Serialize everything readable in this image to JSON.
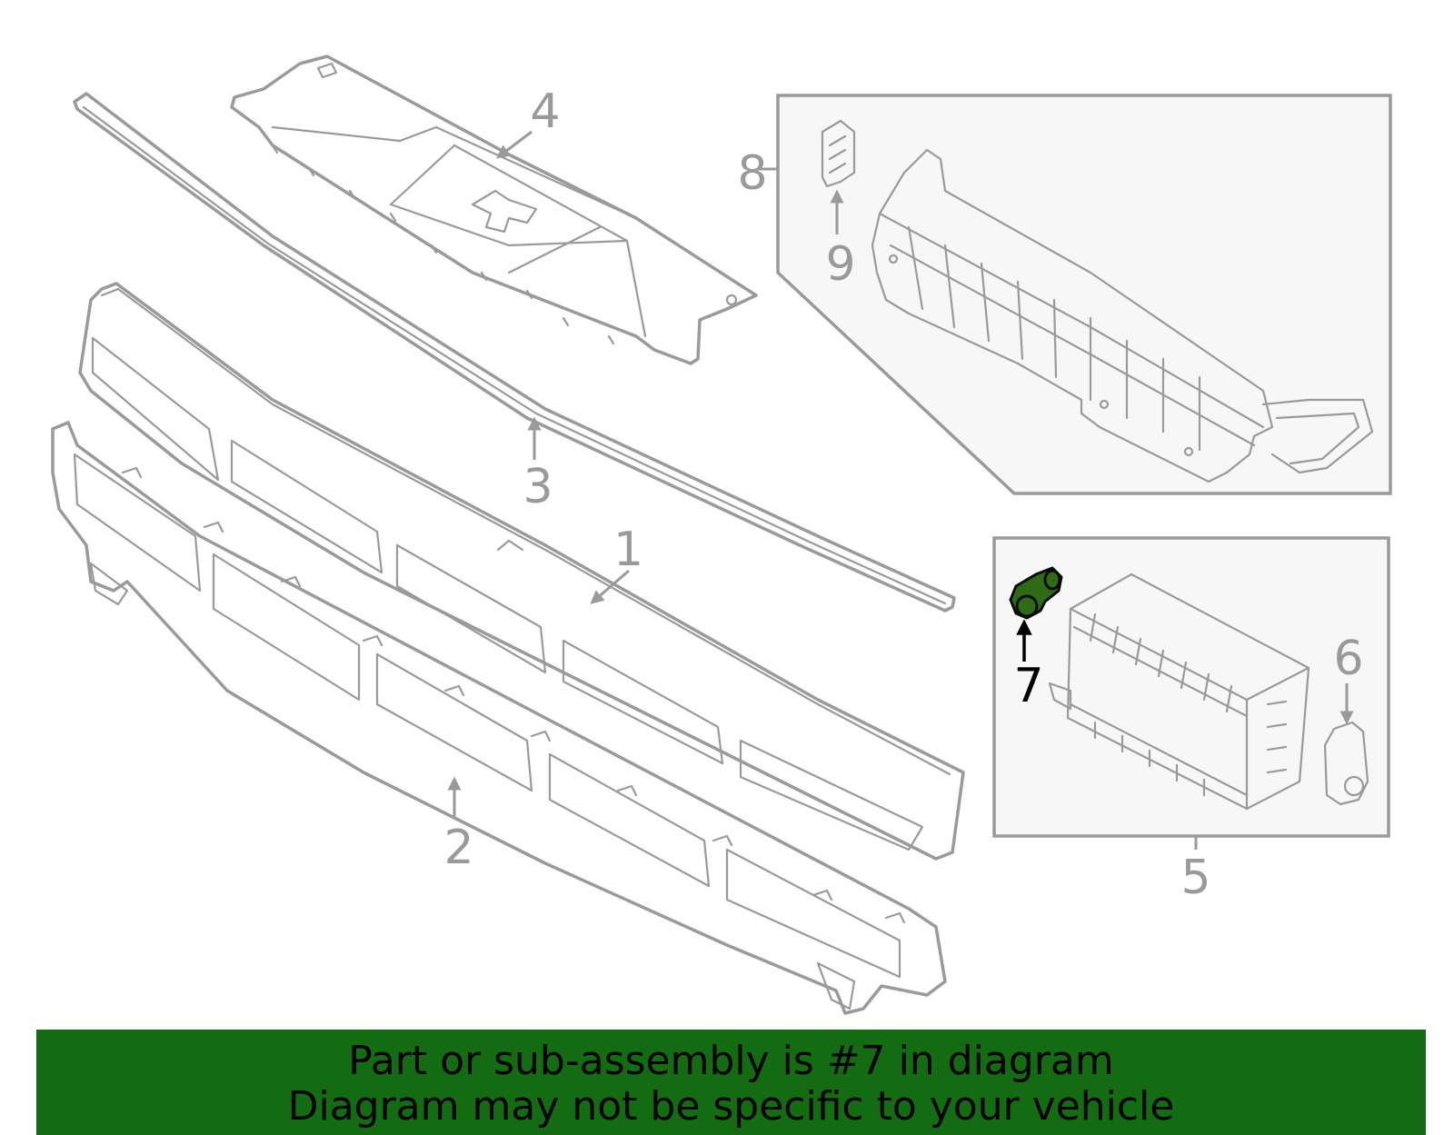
{
  "callouts": [
    "1",
    "2",
    "3",
    "4",
    "5",
    "6",
    "7",
    "8",
    "9"
  ],
  "highlighted_callout": "7",
  "colors": {
    "line_art": "#9a9a9a",
    "inset_fill": "#f7f7f7",
    "highlight_part": "#2f6b16",
    "banner_background": "#146c12"
  },
  "banner": {
    "line1": "Part or sub-assembly is #7 in diagram",
    "line2": "Diagram may not be specific to your vehicle"
  }
}
